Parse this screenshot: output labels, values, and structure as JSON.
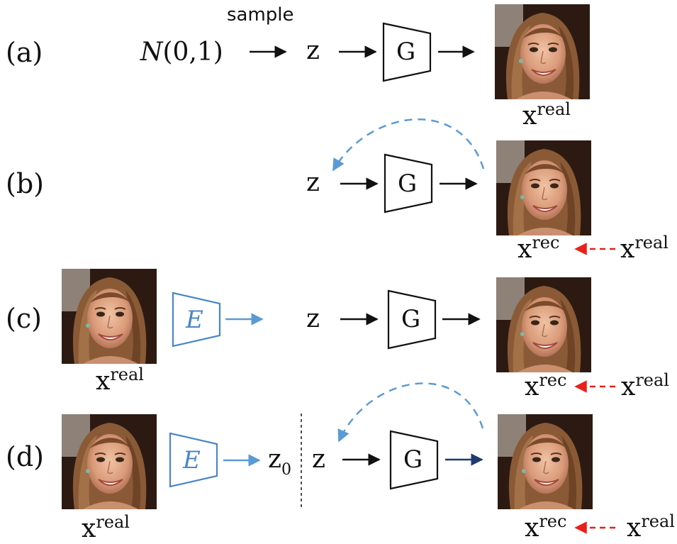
{
  "panels": {
    "a": {
      "label": "(a)",
      "dist_N": "N",
      "dist_args": "(0,1)",
      "sample_text": "sample",
      "z": "z",
      "G": "G",
      "x": "x",
      "x_sup": "real"
    },
    "b": {
      "label": "(b)",
      "z": "z",
      "G": "G",
      "x": "x",
      "x_sup": "rec",
      "target_x": "x",
      "target_sup": "real"
    },
    "c": {
      "label": "(c)",
      "input_x": "x",
      "input_sup": "real",
      "E": "E",
      "z": "z",
      "G": "G",
      "x": "x",
      "x_sup": "rec",
      "target_x": "x",
      "target_sup": "real"
    },
    "d": {
      "label": "(d)",
      "input_x": "x",
      "input_sup": "real",
      "E": "E",
      "z0": "z",
      "z0_sub": "0",
      "z": "z",
      "G": "G",
      "x": "x",
      "x_sup": "rec",
      "target_x": "x",
      "target_sup": "real"
    }
  },
  "colors": {
    "black": "#111111",
    "encoder_blue": "#4a86c5",
    "dashed_blue": "#5b9bd5",
    "loss_red": "#e8211a",
    "arrow_navy": "#1f3a6e"
  }
}
